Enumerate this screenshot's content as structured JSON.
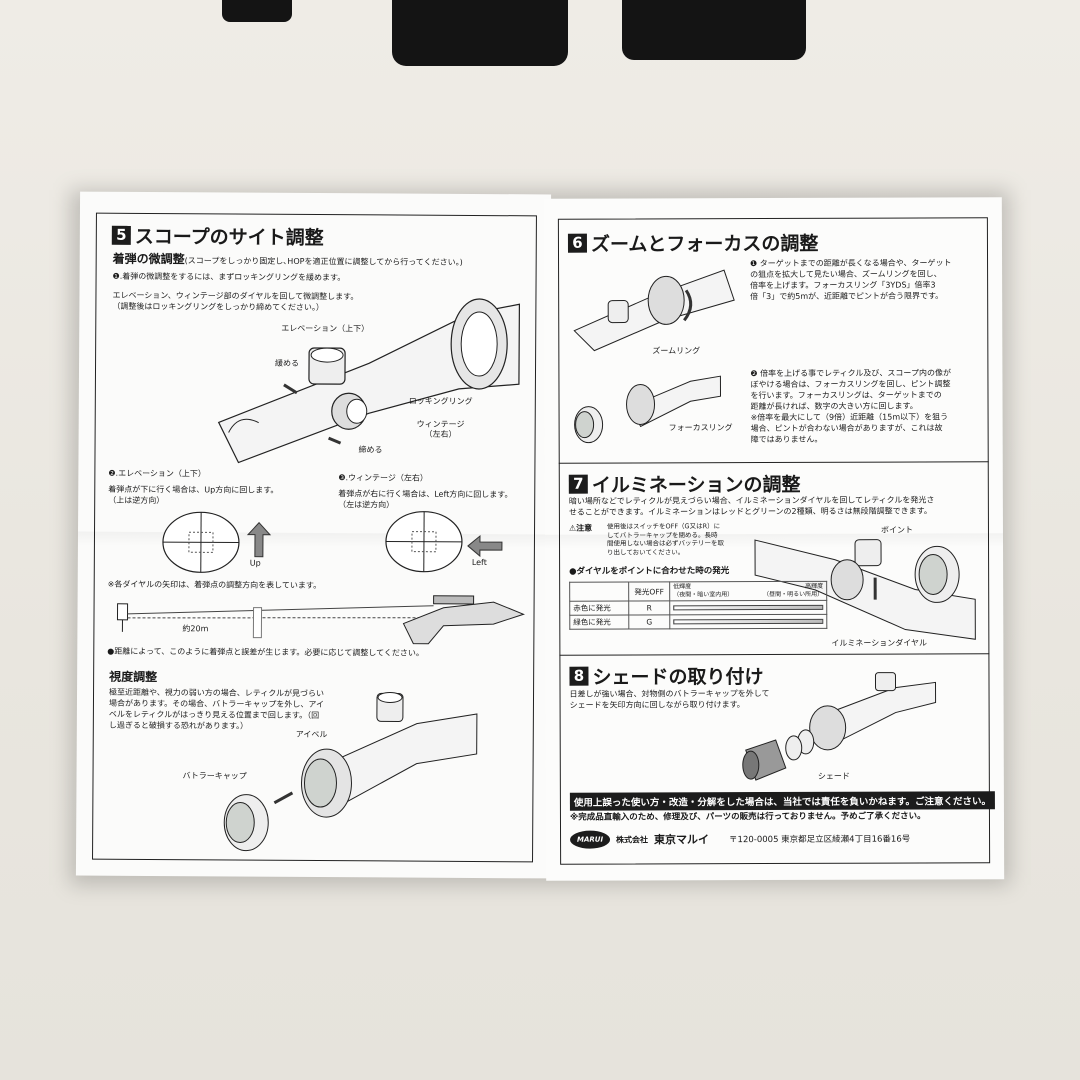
{
  "left": {
    "s5": {
      "num": "5",
      "title": "スコープのサイト調整"
    },
    "fine": {
      "heading": "着弾の微調整",
      "heading_note": "(スコープをしっかり固定し､HOPを適正位置に調整してから行ってください。)",
      "step1": "❶.着弾の微調整をするには、まずロッキングリングを緩めます。",
      "step1b": "エレベーション、ウィンテージ部のダイヤルを回して微調整します。\n（調整後はロッキングリングをしっかり締めてください。）",
      "label_elevation": "エレベーション（上下）",
      "label_loosen": "緩める",
      "label_locking": "ロッキングリング",
      "label_windage": "ウィンテージ\n（左右）",
      "label_tighten": "締める"
    },
    "step2": {
      "title": "❷.エレベーション（上下）",
      "body": "着弾点が下に行く場合は、Up方向に回します。\n（上は逆方向）",
      "arrow": "Up"
    },
    "step3": {
      "title": "❸.ウィンテージ（左右）",
      "body": "着弾点が右に行く場合は、Left方向に回します。\n（左は逆方向）",
      "arrow": "Left"
    },
    "note_arrow": "※各ダイヤルの矢印は、着弾点の調整方向を表しています。",
    "distance": "約20m",
    "note_distance": "●距離によって、このように着弾点と誤差が生じます。必要に応じて調整してください。",
    "diopter": {
      "heading": "視度調整",
      "body": "極至近距離や、視力の弱い方の場合、レティクルが見づらい\n場合があります。その場合、バトラーキャップを外し、アイ\nベルをレティクルがはっきり見える位置まで回します。（回\nし過ぎると破損する恐れがあります。）",
      "label_eyebell": "アイベル",
      "label_cap": "バトラーキャップ"
    }
  },
  "right": {
    "s6": {
      "num": "6",
      "title": "ズームとフォーカスの調整",
      "p1": "❶ ターゲットまでの距離が長くなる場合や、ターゲット\nの狙点を拡大して見たい場合、ズームリングを回し、\n倍率を上げます。フォーカスリング「3YDS」倍率3\n倍「3」で約5mが、近距離でピントが合う限界です。",
      "label_zoom": "ズームリング",
      "p2": "❷ 倍率を上げる事でレティクル及び、スコープ内の像が\nぼやける場合は、フォーカスリングを回し、ピント調整\nを行います。フォーカスリングは、ターゲットまでの\n距離が長ければ、数字の大きい方に回します。\n※倍率を最大にして（9倍）近距離（15m以下）を狙う\n場合、ピントが合わない場合がありますが、これは故\n障ではありません。",
      "label_focus": "フォーカスリング"
    },
    "s7": {
      "num": "7",
      "title": "イルミネーションの調整",
      "body": "暗い場所などでレティクルが見えづらい場合、イルミネーションダイヤルを回してレティクルを発光さ\nせることができます。イルミネーションはレッドとグリーンの2種類、明るさは無段階調整できます。",
      "caution_tag": "⚠注意",
      "caution": "使用後はスイッチをOFF（G又はR）に\nしてバトラーキャップを閉める。長時\n間使用しない場合は必ずバッテリーを取\nり出しておいてください。",
      "label_point": "ポイント",
      "label_dial": "イルミネーションダイヤル",
      "table_title": "●ダイヤルをポイントに合わせた時の発光",
      "col_off": "発光OFF",
      "col_low": "低輝度\n（夜間・暗い室内用）",
      "col_high": "高輝度\n（昼間・明るい所用）",
      "row_red": "赤色に発光",
      "row_red_v": "R",
      "row_green": "緑色に発光",
      "row_green_v": "G"
    },
    "s8": {
      "num": "8",
      "title": "シェードの取り付け",
      "body": "日差しが強い場合、対物側のバトラーキャップを外して\nシェードを矢印方向に回しながら取り付けます。",
      "label_shade": "シェード"
    },
    "warning": "使用上誤った使い方・改造・分解をした場合は、当社では責任を負いかねます。ご注意ください。",
    "note_sale": "※完成品直輸入のため、修理及び、パーツの販売は行っておりません。予めご了承ください。",
    "logo": "MARUI",
    "company_prefix": "株式会社",
    "company": "東京マルイ",
    "address": "〒120-0005 東京都足立区綾瀬4丁目16番16号"
  }
}
